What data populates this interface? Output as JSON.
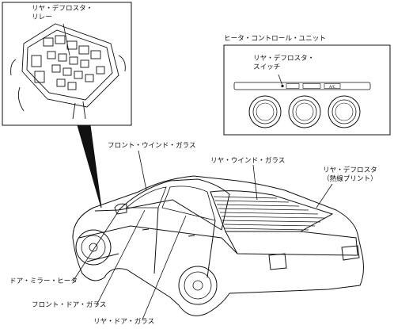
{
  "labels": {
    "relay_line1": "リヤ・デフロスタ・",
    "relay_line2": "リレー",
    "heater_unit": "ヒータ・コントロール・ユニット",
    "switch_line1": "リヤ・デフロスタ・",
    "switch_line2": "スイッチ",
    "front_window": "フロント・ウインド・ガラス",
    "rear_window": "リヤ・ウインド・ガラス",
    "defroster_line1": "リヤ・デフロスタ",
    "defroster_line2": "（熱線プリント）",
    "door_mirror_heater": "ドア・ミラー・ヒータ",
    "front_door_glass": "フロント・ドア・ガラス",
    "rear_door_glass": "リヤ・ドア・ガラス"
  },
  "panel_buttons": [
    "A/C"
  ],
  "colors": {
    "line": "#111111",
    "panel": "#ffffff"
  }
}
